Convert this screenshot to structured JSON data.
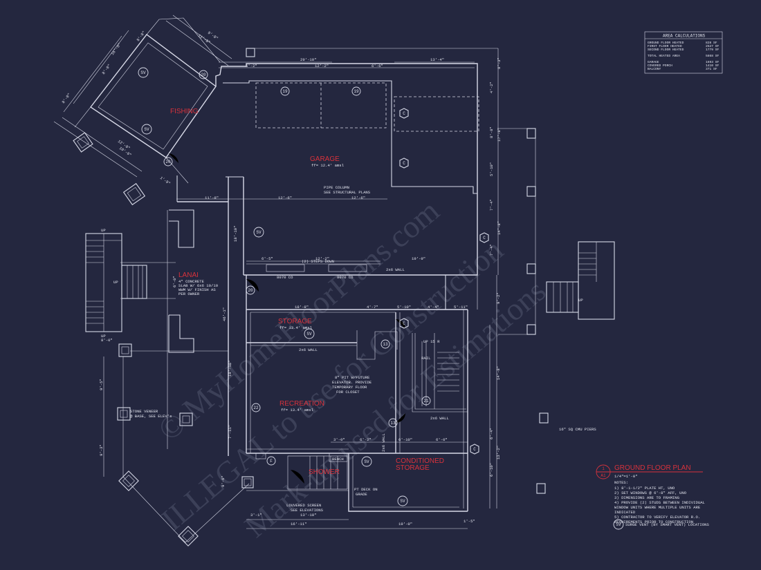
{
  "watermark": {
    "line_1": "© MyHomeFloorPlans.com",
    "line_2": "ILLEGAL to use for Construction",
    "line_3": "Mark-up used for Estimations"
  },
  "area_calculations": {
    "title": "AREA CALCULATIONS",
    "rows": [
      {
        "label": "GROUND FLOOR HEATED",
        "value": "828 SF"
      },
      {
        "label": "FIRST FLOOR HEATED",
        "value": "2527 SF"
      },
      {
        "label": "SECOND FLOOR HEATED",
        "value": "1779 SF"
      },
      {
        "label": "TOTAL HEATED AREA",
        "value": "5868 SF"
      },
      {
        "label": "GARAGE",
        "value": "1693 SF"
      },
      {
        "label": "COVERED PORCH",
        "value": "1410 SF"
      },
      {
        "label": "BALCONY",
        "value": "371 SF"
      }
    ]
  },
  "rooms": {
    "fishing": "FISHING",
    "garage": "GARAGE",
    "garage_ff": "ff= 12.4' amsl",
    "lanai": "LANAI",
    "storage": "STORAGE",
    "storage_ff": "ff= 13.4' amsl",
    "recreation": "RECREATION",
    "recreation_ff": "ff= 13.4' amsl",
    "conditioned_storage_1": "CONDITIONED",
    "conditioned_storage_2": "STORAGE",
    "shower": "SHOWER"
  },
  "notes_on_plan": {
    "lanai_slab_1": "4\" CONCRETE",
    "lanai_slab_2": "SLAB W/ 6x6 10/10",
    "lanai_slab_3": "WWM W/ FINISH AS",
    "lanai_slab_4": "PER OWNER",
    "pipe_column_1": "PIPE COLUMN",
    "pipe_column_2": "SEE STRUCTURAL PLANS",
    "steps_down": "(2) STEPS DOWN",
    "door_8070_a": "8070 CO",
    "door_8070_b": "8070 CO",
    "wall_2x6_a": "2x6 WALL",
    "wall_2x6_b": "2x6 WALL",
    "wall_2x6_c": "2x6 WALL",
    "wall_2x6_d": "2x6 WALL",
    "elevator_1": "8\" PIT W/FUTURE",
    "elevator_2": "ELEVATOR. PROVIDE",
    "elevator_3": "TEMPORARY FLOOR",
    "elevator_4": "FOR CLOSET",
    "up_15r": "UP 15 R",
    "rail": "RAIL",
    "stone_veneer_1": "STONE VENEER",
    "stone_veneer_2": "@ BASE, SEE ELEV's",
    "cmu_piers": "16\" SQ CMU PIERS",
    "bench": "BENCH",
    "pt_deck_1": "PT DECK ON",
    "pt_deck_2": "GRADE",
    "louvered_1": "LOUVERED SCREEN",
    "louvered_2": "SEE ELEVATIONS",
    "up": "UP"
  },
  "dimensions": {
    "d_29_10": "29'-10\"",
    "d_13_4": "13'-4\"",
    "d_5_2": "5'-2\"",
    "d_12_2": "12'-2\"",
    "d_6_6": "6'-6\"",
    "d_11_8": "11'-8\"",
    "d_12_6a": "12'-6\"",
    "d_12_6b": "12'-6\"",
    "d_6_5": "6'-5\"",
    "d_19_9": "19'-9\"",
    "d_18_8": "18'-8\"",
    "d_4_7": "4'-7\"",
    "d_5_10": "5'-10\"",
    "d_4_4": "4'-4\"",
    "d_5_11": "5'-11\"",
    "d_18_10": "18'-10\"",
    "d_46_1": "46'-1\"",
    "d_19_10": "19'-10\"",
    "d_7_11": "7'-11\"",
    "d_9_6": "9'-6\"",
    "d_8_0": "8'-0\"",
    "d_6_0v": "6'-0\"",
    "d_9_5": "9'-5\"",
    "d_9_3": "9'-3\"",
    "d_3_0": "3'-0\"",
    "d_6_2": "6'-2\"",
    "d_6_10a": "6'-10\"",
    "d_6_0": "6'-0\"",
    "d_3_1": "3'-1\"",
    "d_13_10": "13'-10\"",
    "d_16_11": "16'-11\"",
    "d_19_0": "19'-0\"",
    "d_1_5": "1'-5\"",
    "d_6_4": "6'-4\"",
    "d_13_2": "13'-2\"",
    "d_6_10b": "6'-10\"",
    "d_9_2": "9'-2\"",
    "d_14_8a": "14'-8\"",
    "d_14_8b": "14'-8\"",
    "d_17_8": "17'-8\"",
    "d_4_2": "4'-2\"",
    "d_5_10v": "5'-10\"",
    "d_7_4a": "7'-4\"",
    "d_7_4b": "7'-4\"",
    "d_8_3": "8'-3\"",
    "d_1_9": "1'-9\"",
    "d_10_0": "10'-0\"",
    "d_12_0": "12'-0\"",
    "d_8_8": "8'-8\"",
    "d_9_8": "9'-8\"",
    "d_11_8b": "11'-8\"",
    "d_8_0b": "8'-0\"",
    "d_16_0": "16'-0\"",
    "d_12_2v": "12'-2\""
  },
  "tags": {
    "sv": "SV",
    "c": "C",
    "f": "F",
    "t19": "19",
    "t20": "20",
    "t13": "13",
    "t21": "21",
    "t22": "22"
  },
  "title_block": {
    "number": "1",
    "sheet": "A1",
    "title": "GROUND FLOOR PLAN",
    "scale": "1/4\"=1'-0\"",
    "notes_header": "NOTES:",
    "notes": [
      "1)  8'-1-1/2\" PLATE HT, UNO",
      "2)  SET WINDOWS @ 6'-8\" AFF, UNO",
      "3)  DIMENSIONS ARE TO FRAMING",
      "4)  PROVIDE (2) STUDS BETWEEN INDIVIDUAL",
      "     WINDOW UNITS WHERE MULTIPLE UNITS ARE",
      "     INDICATED",
      "5)  CONTRACTOR TO VERIFY ELEVATOR R.O.",
      "     REQUIREMENTS PRIOR TO CONSTRUCTION"
    ],
    "legend_tag": "SV",
    "legend_text": "SURGE VENT (BY SMART VENT) LOCATIONS"
  }
}
